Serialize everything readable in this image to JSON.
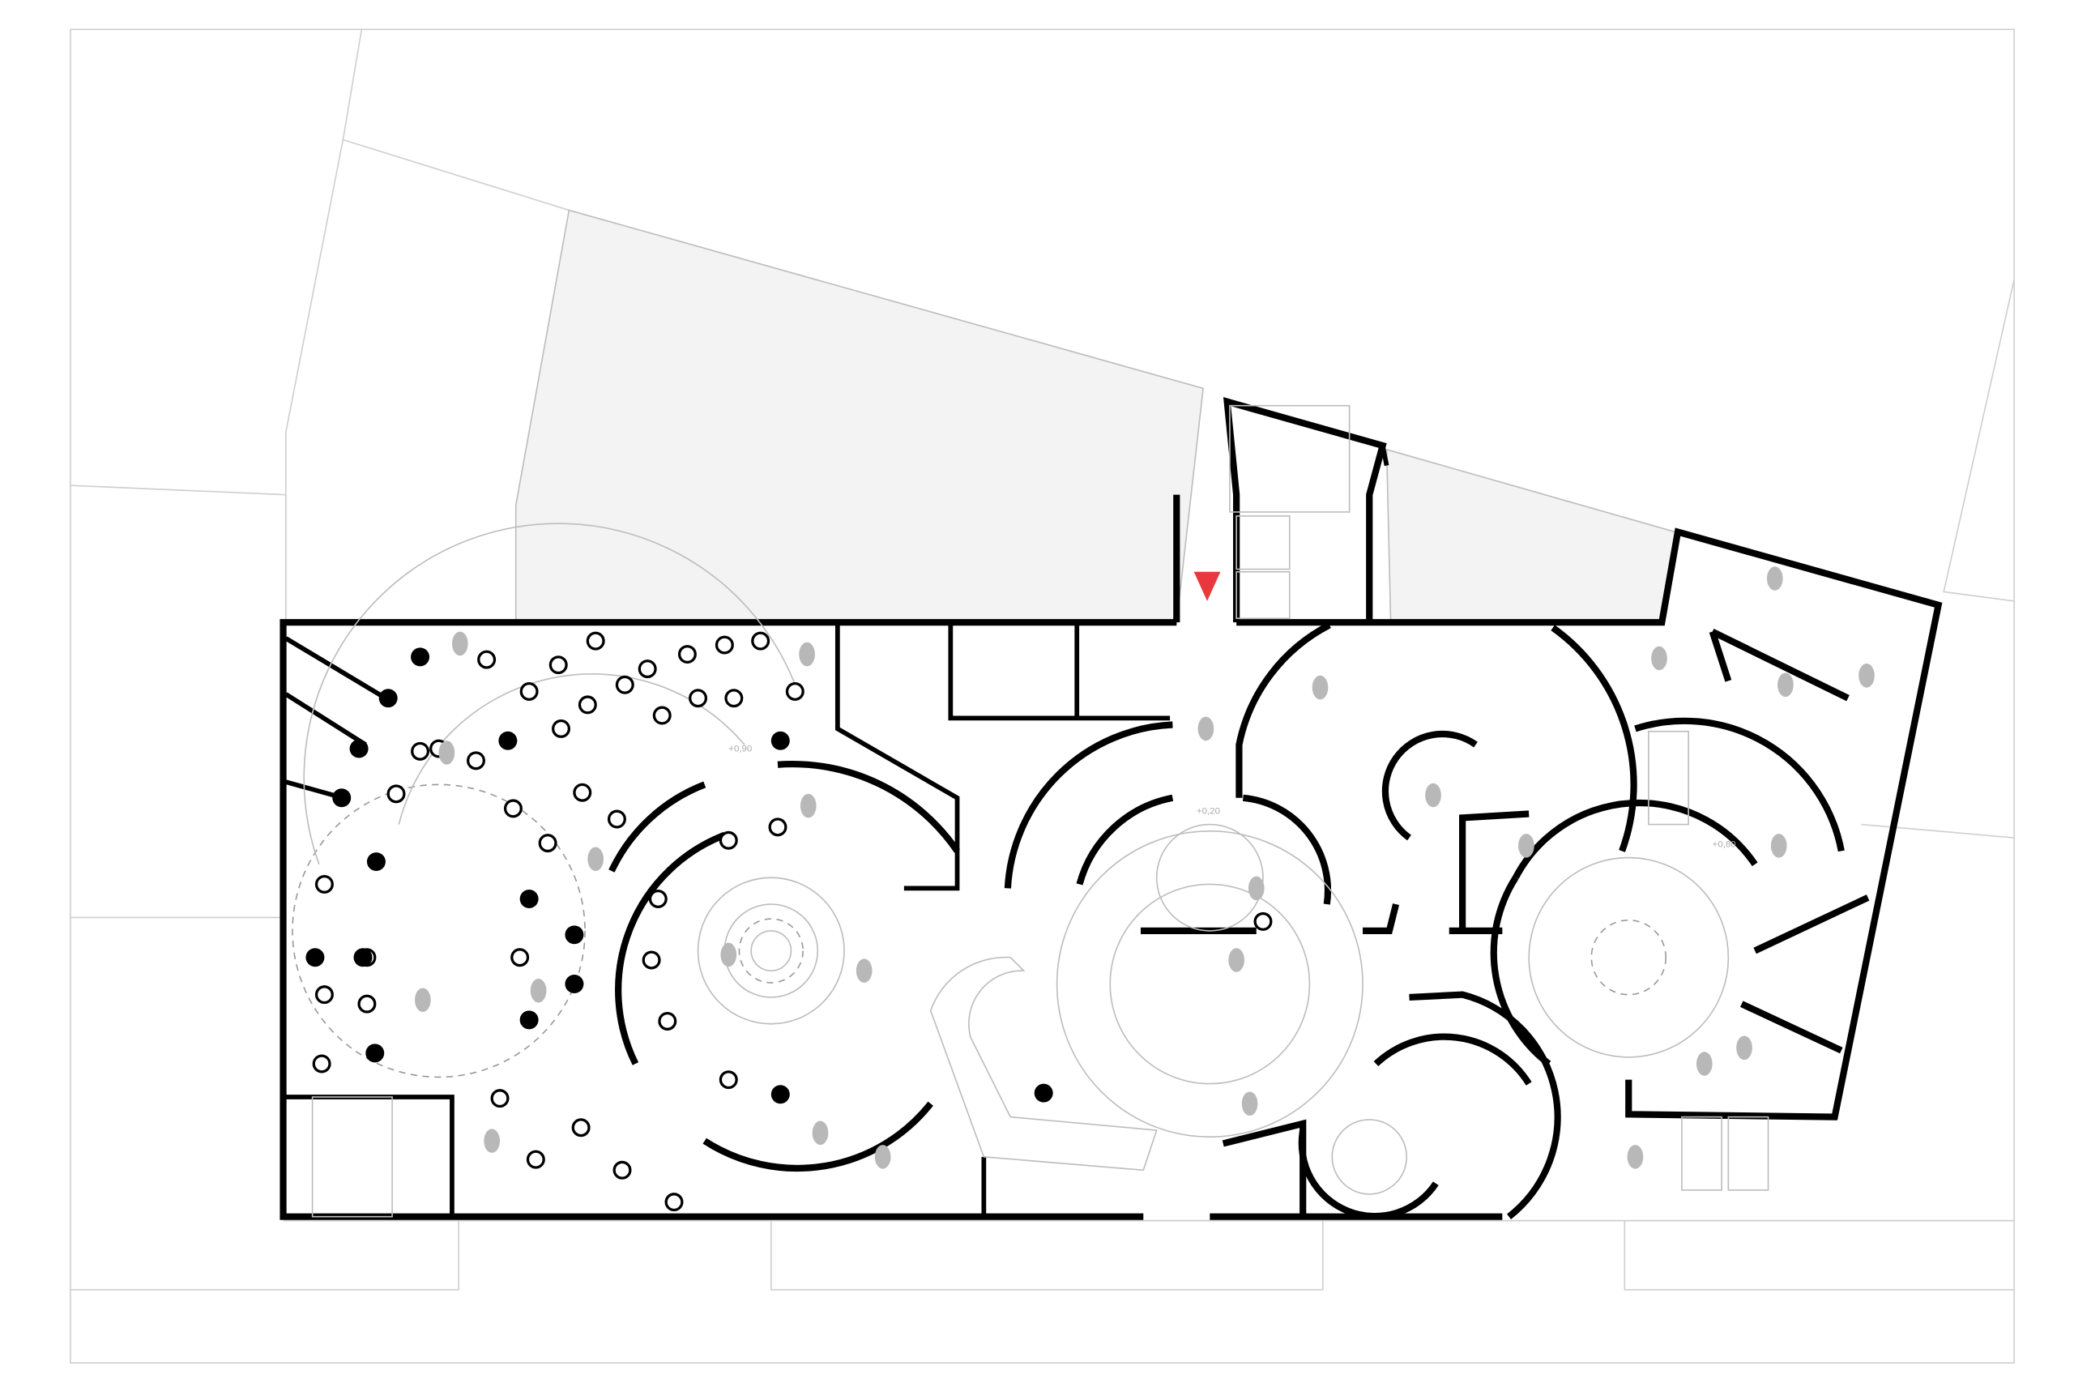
{
  "plan": {
    "elevation_labels": [
      "+0,90",
      "+0,20",
      "+0,80"
    ],
    "entrance_marker_color": "#e8383d",
    "wall_color": "#000000",
    "courtyard_color": "#f3f3f3"
  }
}
